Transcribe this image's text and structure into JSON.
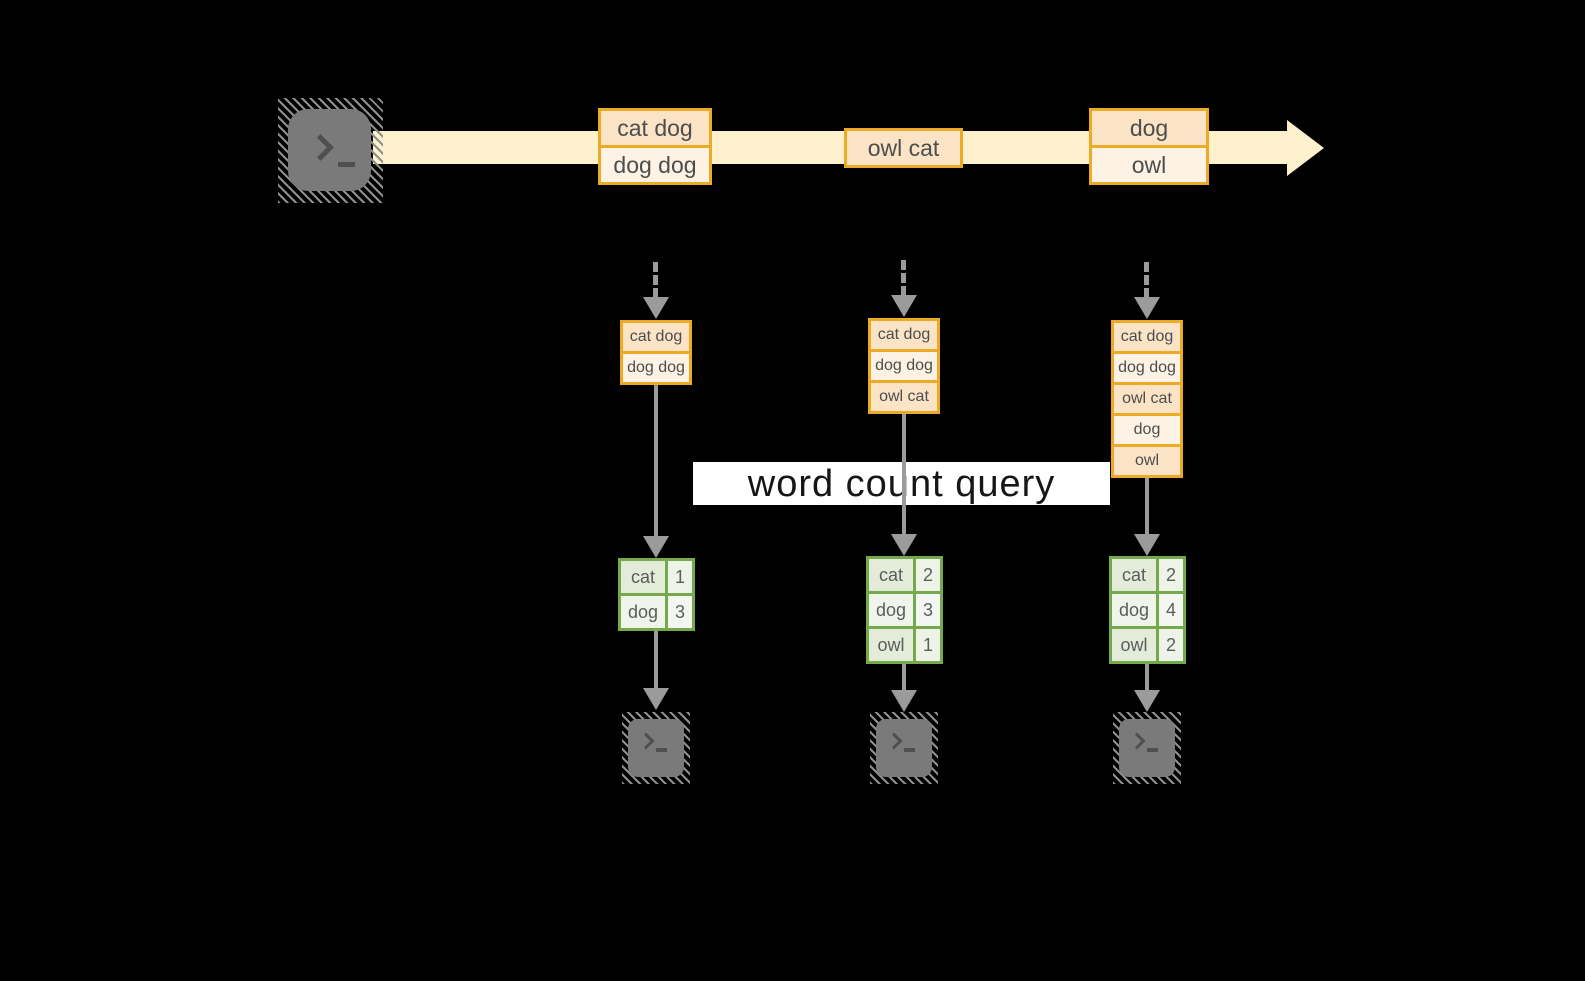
{
  "banner": {
    "label": "word count query"
  },
  "stream": {
    "batches": [
      {
        "rows": [
          "cat dog",
          "dog dog"
        ]
      },
      {
        "rows": [
          "owl cat"
        ]
      },
      {
        "rows": [
          "dog",
          "owl"
        ]
      }
    ]
  },
  "columns": [
    {
      "stack": [
        "cat dog",
        "dog dog"
      ],
      "counts": [
        {
          "word": "cat",
          "count": "1"
        },
        {
          "word": "dog",
          "count": "3"
        }
      ]
    },
    {
      "stack": [
        "cat dog",
        "dog dog",
        "owl cat"
      ],
      "counts": [
        {
          "word": "cat",
          "count": "2"
        },
        {
          "word": "dog",
          "count": "3"
        },
        {
          "word": "owl",
          "count": "1"
        }
      ]
    },
    {
      "stack": [
        "cat dog",
        "dog dog",
        "owl cat",
        "dog",
        "owl"
      ],
      "counts": [
        {
          "word": "cat",
          "count": "2"
        },
        {
          "word": "dog",
          "count": "4"
        },
        {
          "word": "owl",
          "count": "2"
        }
      ]
    }
  ],
  "colors": {
    "background": "#000000",
    "stream_band": "#fdf0cd",
    "orange_border": "#edaa25",
    "peach_fill": "#fbe3c5",
    "cream_fill": "#fdf2e3",
    "green_border": "#74aa4c",
    "green_fill": "#e3ecd9",
    "green_fill_light": "#f0f5ec",
    "arrow_gray": "#9b9b9b",
    "terminal_gray": "#7a7a7a",
    "banner_bg": "#ffffff"
  }
}
